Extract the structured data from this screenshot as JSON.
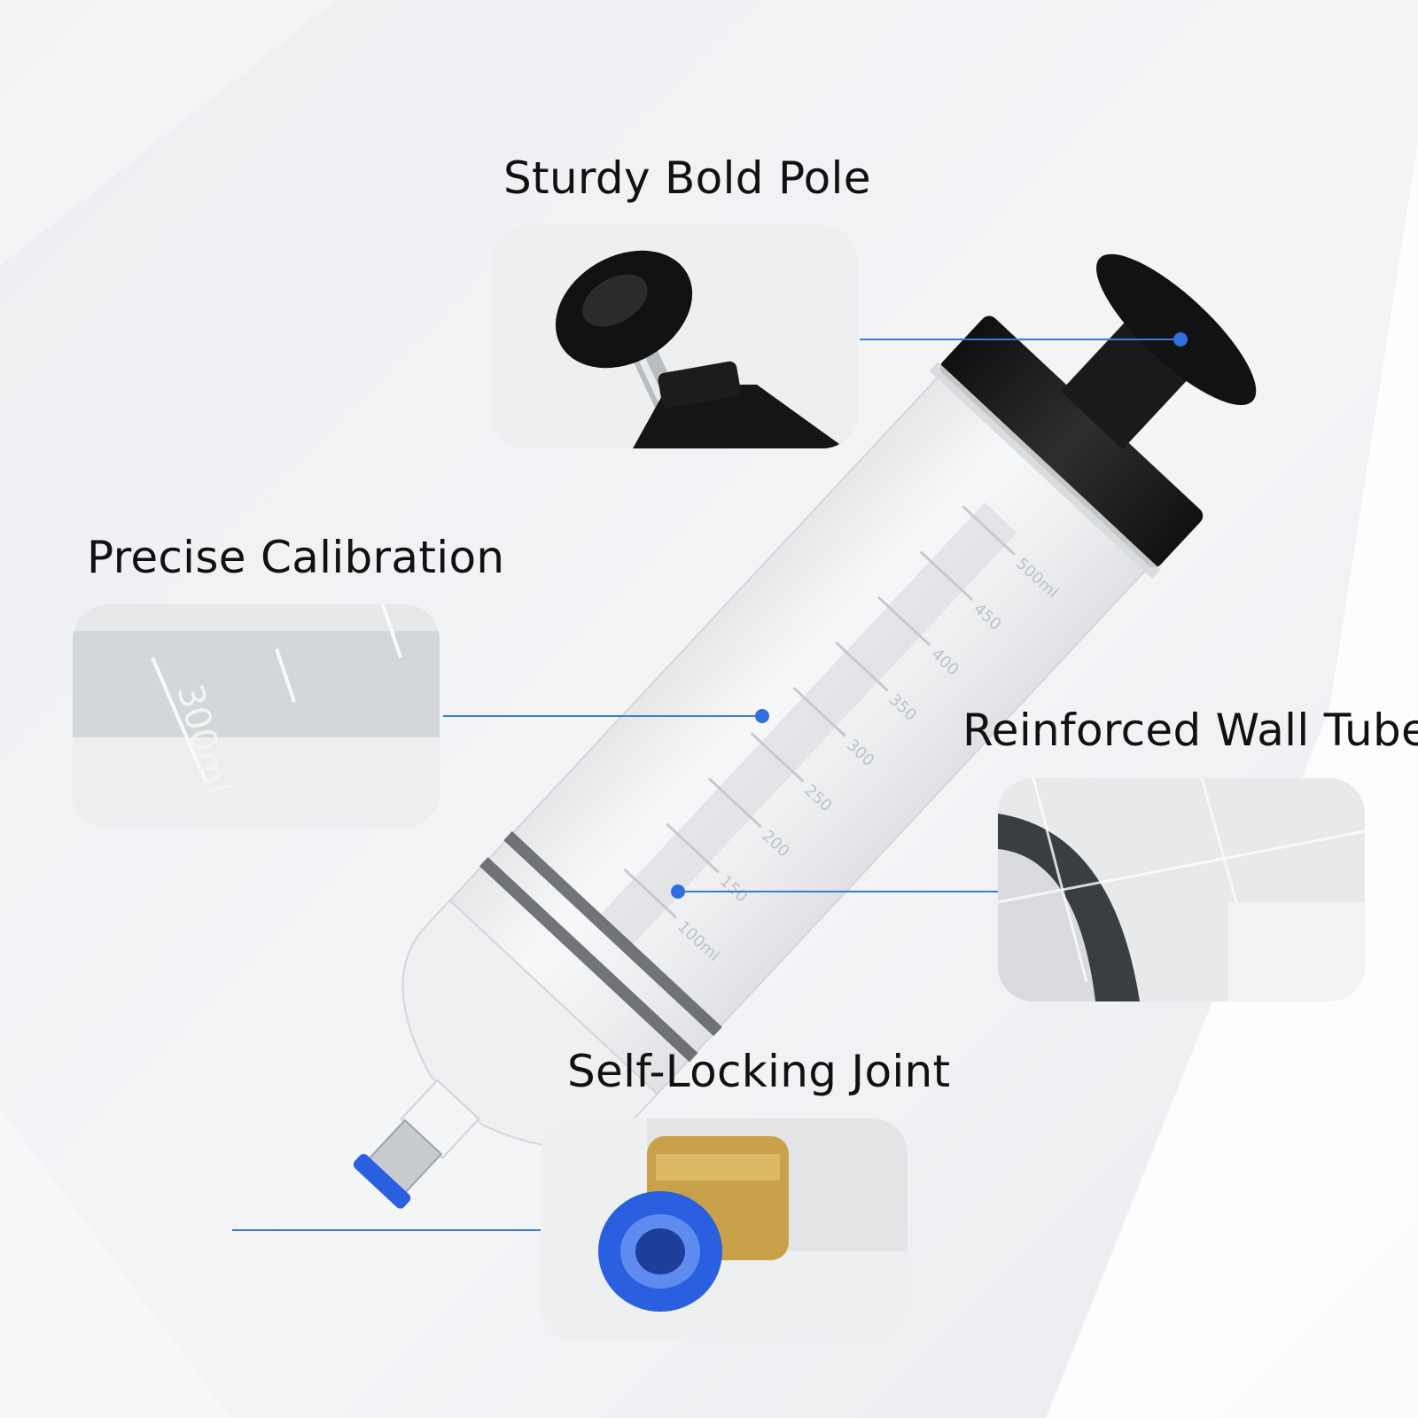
{
  "features": {
    "pole": {
      "title": "Sturdy Bold Pole",
      "icon": "plunger-handle"
    },
    "calibration": {
      "title": "Precise Calibration",
      "icon": "scale-marks",
      "scale_label": "300ml"
    },
    "tube": {
      "title": "Reinforced Wall Tube",
      "icon": "tube-wall"
    },
    "joint": {
      "title": "Self-Locking Joint",
      "icon": "push-fit-connector"
    }
  },
  "product": {
    "scale_labels": [
      "500ml",
      "450",
      "400",
      "350",
      "300",
      "250",
      "200",
      "150",
      "100ml"
    ]
  },
  "colors": {
    "callout_line": "#3a7bd5",
    "callout_dot": "#2f6fe0",
    "connector_ring": "#2a5fe0",
    "handle": "#1c1c1c",
    "brass": "#c9a14a"
  }
}
